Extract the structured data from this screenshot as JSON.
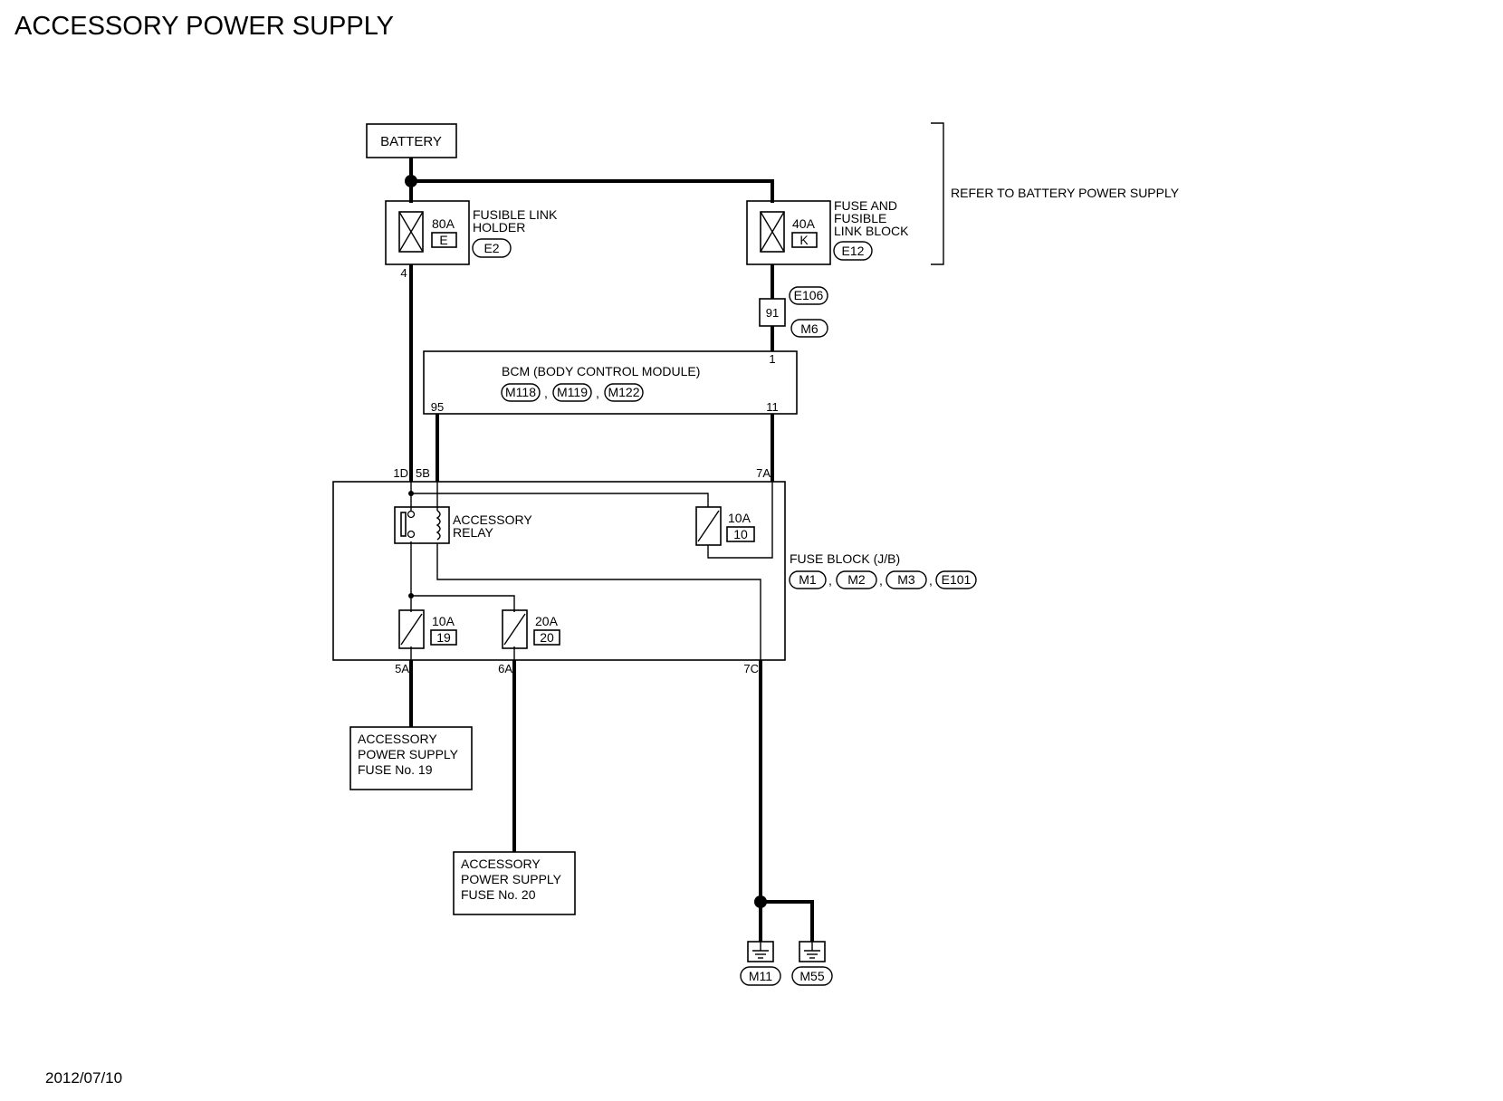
{
  "title": "ACCESSORY POWER SUPPLY",
  "date": "2012/07/10",
  "battery": {
    "label": "BATTERY"
  },
  "fusible_link_holder": {
    "amp": "80A",
    "code": "E",
    "label_line1": "FUSIBLE LINK",
    "label_line2": "HOLDER",
    "connector": "E2",
    "pin": "4"
  },
  "fuse_fusible_link_block": {
    "amp": "40A",
    "code": "K",
    "label_line1": "FUSE AND",
    "label_line2": "FUSIBLE",
    "label_line3": "LINK BLOCK",
    "connector": "E12"
  },
  "refer_note": "REFER TO BATTERY POWER SUPPLY",
  "intermediate_connector": {
    "pin": "91",
    "connector_top": "E106",
    "connector_bottom": "M6"
  },
  "bcm": {
    "label": "BCM (BODY CONTROL MODULE)",
    "connectors": [
      "M118",
      "M119",
      "M122"
    ],
    "pin_in": "1",
    "pin_left": "95",
    "pin_right": "11"
  },
  "fuse_block": {
    "label": "FUSE BLOCK (J/B)",
    "connectors": [
      "M1",
      "M2",
      "M3",
      "E101"
    ],
    "pins": {
      "p1d": "1D",
      "p5b": "5B",
      "p7a": "7A",
      "p5a": "5A",
      "p6a": "6A",
      "p7c": "7C"
    },
    "relay_label_line1": "ACCESSORY",
    "relay_label_line2": "RELAY",
    "fuse_10": {
      "amp": "10A",
      "num": "10"
    },
    "fuse_19": {
      "amp": "10A",
      "num": "19"
    },
    "fuse_20": {
      "amp": "20A",
      "num": "20"
    }
  },
  "out_fuse19": {
    "line1": "ACCESSORY",
    "line2": "POWER SUPPLY",
    "line3": "FUSE No. 19"
  },
  "out_fuse20": {
    "line1": "ACCESSORY",
    "line2": "POWER SUPPLY",
    "line3": "FUSE No. 20"
  },
  "grounds": [
    "M11",
    "M55"
  ]
}
